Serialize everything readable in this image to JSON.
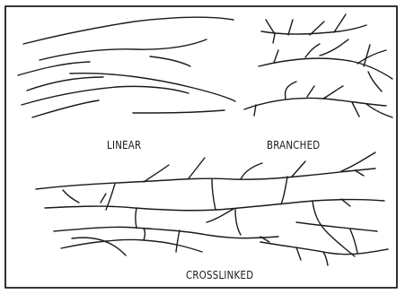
{
  "labels": {
    "linear": "LINEAR",
    "branched": "BRANCHED",
    "crosslinked": "CROSSLINKED"
  },
  "colors": {
    "ink": "#1a1a1a",
    "paper": "#ffffff"
  }
}
